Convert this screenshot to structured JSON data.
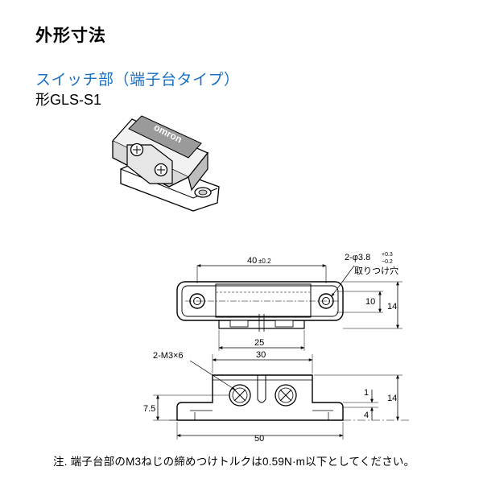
{
  "header": {
    "title": "外形寸法"
  },
  "section": {
    "subtitle": "スイッチ部（端子台タイプ）",
    "model": "形GLS-S1"
  },
  "product_photo": {
    "brand_text": "omron"
  },
  "top_view": {
    "pitch_main": "40",
    "pitch_tol": "±0.2",
    "hole_prefix": "2-φ3.8",
    "hole_tol_upper": "+0.3",
    "hole_tol_lower": "−0.2",
    "hole_note": "取りつけ穴",
    "height_inner": "10",
    "height_outer": "14",
    "width_bottom": "25"
  },
  "front_view": {
    "width_top": "30",
    "screw_label": "2-M3×6",
    "left_height": "7.5",
    "right_small_1": "1",
    "right_small_4": "4",
    "right_height": "14",
    "width_total": "50"
  },
  "footer": {
    "note": "注. 端子台部のM3ねじの締めつけトルクは0.59N·m以下としてください。"
  }
}
